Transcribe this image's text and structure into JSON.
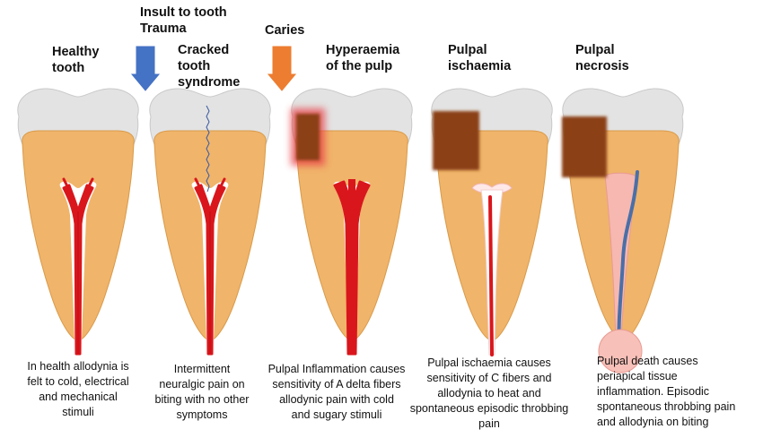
{
  "stages": [
    {
      "id": "healthy",
      "title_lines": [
        "Healthy",
        "tooth"
      ],
      "caption_lines": [
        "In health allodynia is",
        "felt to cold, electrical",
        "and mechanical",
        "stimuli"
      ]
    },
    {
      "id": "cracked",
      "title_lines": [
        "Cracked",
        "tooth",
        "syndrome"
      ],
      "caption_lines": [
        "Intermittent",
        "neuralgic pain on",
        "biting with no other",
        "symptoms"
      ]
    },
    {
      "id": "hyperaemia",
      "title_lines": [
        "Hyperaemia",
        "of the pulp"
      ],
      "caption_lines": [
        "Pulpal Inflammation causes",
        "sensitivity of A delta fibers",
        "allodynic pain with cold",
        "and sugary stimuli"
      ]
    },
    {
      "id": "ischaemia",
      "title_lines": [
        "Pulpal",
        "ischaemia"
      ],
      "caption_lines": [
        "Pulpal ischaemia causes",
        "sensitivity of C fibers and",
        "allodynia to heat and",
        "spontaneous episodic throbbing",
        "pain"
      ]
    },
    {
      "id": "necrosis",
      "title_lines": [
        "Pulpal",
        "necrosis"
      ],
      "caption_lines": [
        "Pulpal death causes",
        "periapical tissue",
        "inflammation. Episodic",
        "spontaneous throbbing pain",
        "and allodynia on biting"
      ]
    }
  ],
  "insults": [
    {
      "id": "trauma",
      "label_lines": [
        "Insult to tooth",
        "Trauma"
      ],
      "arrow_color": "#4472C4"
    },
    {
      "id": "caries",
      "label_lines": [
        "Caries"
      ],
      "arrow_color": "#ED7D31"
    }
  ],
  "colors": {
    "enamel": "#e3e3e3",
    "enamel_stroke": "#c9c9c9",
    "dentin": "#f0b46a",
    "dentin_stroke": "#d89a4a",
    "pulp": "#d9161c",
    "pulp_pale": "#ffffff",
    "caries": "#8b3f12",
    "caries_glow": "#e9424a",
    "necrotic_pulp": "#4a6fa8",
    "necrotic_fill": "#f6b8b0",
    "crack": "#3b5aa0"
  }
}
